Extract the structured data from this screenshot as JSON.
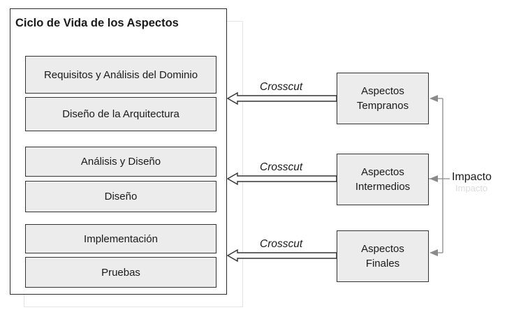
{
  "lifecycle": {
    "title": "Ciclo de Vida de los Aspectos",
    "phases": [
      "Requisitos y Análisis del Dominio",
      "Diseño de la Arquitectura",
      "Análisis y Diseño",
      "Diseño",
      "Implementación",
      "Pruebas"
    ]
  },
  "aspects": [
    {
      "label": "Aspectos Tempranos",
      "relation": "Crosscut"
    },
    {
      "label": "Aspectos Intermedios",
      "relation": "Crosscut"
    },
    {
      "label": "Aspectos Finales",
      "relation": "Crosscut"
    }
  ],
  "impact": {
    "label": "Impacto",
    "shadow_label": "Impacto"
  }
}
